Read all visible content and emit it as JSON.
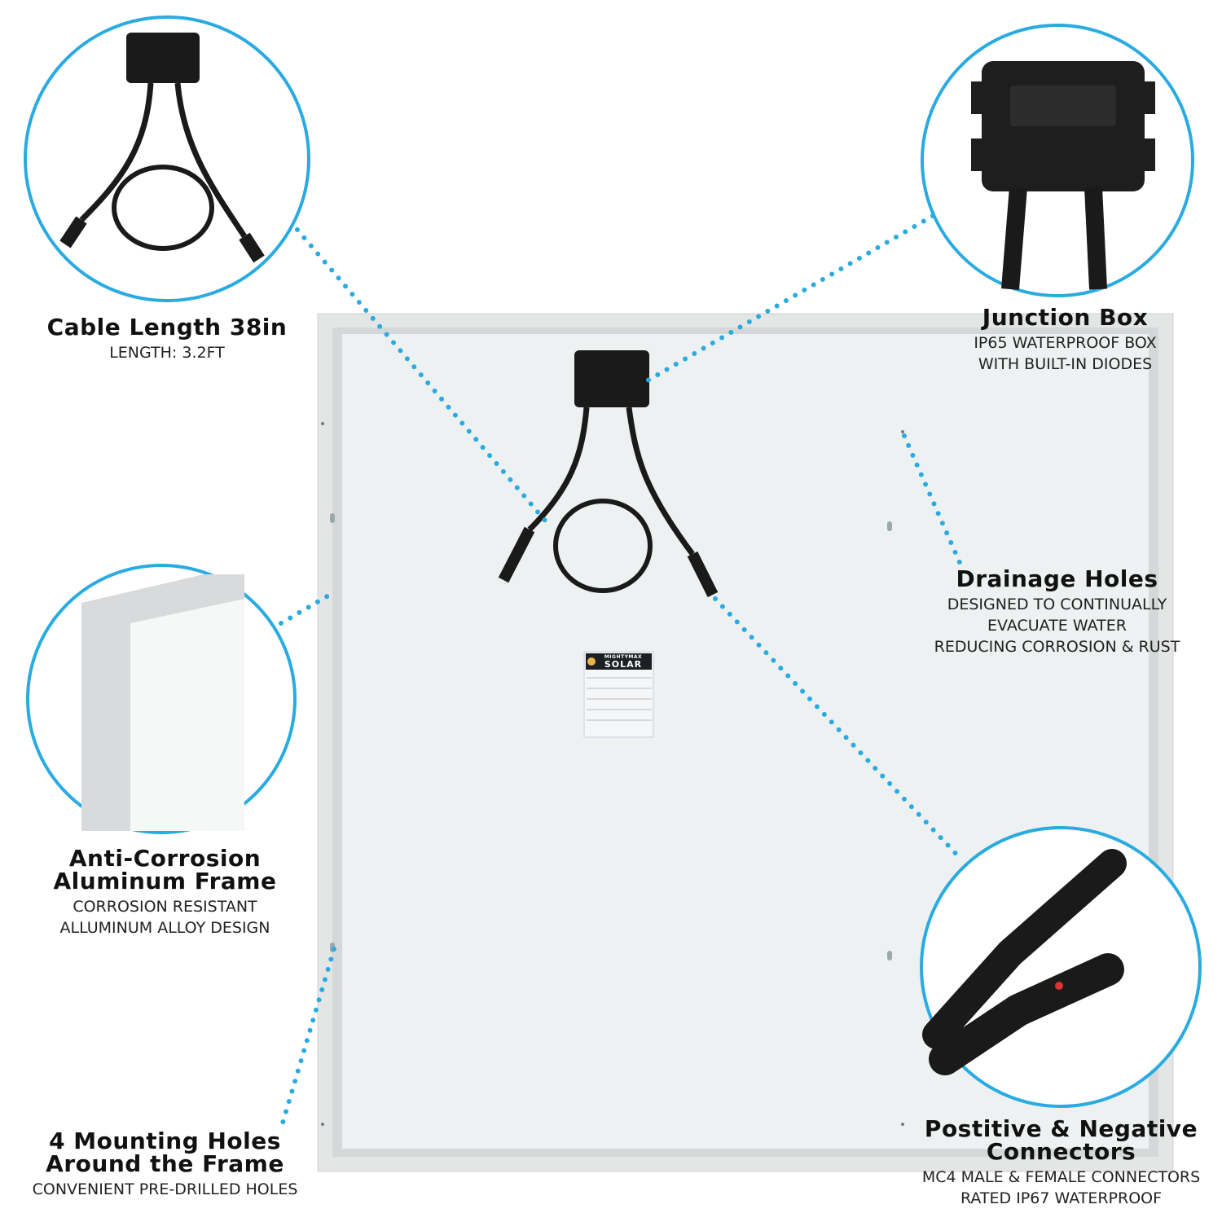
{
  "colors": {
    "accent": "#29abe2",
    "frame": "#e4e6e6",
    "backsheet": "#eef1f1",
    "cable": "#1a1a1a"
  },
  "label_sticker": {
    "brand_top": "MIGHTYMAX",
    "brand_bottom": "SOLAR"
  },
  "features": [
    {
      "title": "Cable Length 38in",
      "lines": [
        "LENGTH: 3.2FT"
      ]
    },
    {
      "title": "Junction Box",
      "lines": [
        "IP65 WATERPROOF BOX",
        "WITH BUILT-IN DIODES"
      ]
    },
    {
      "title": "Drainage Holes",
      "lines": [
        "DESIGNED TO CONTINUALLY",
        "EVACUATE WATER",
        "REDUCING CORROSION & RUST"
      ]
    },
    {
      "title": "Anti-Corrosion",
      "title2": "Aluminum Frame",
      "lines": [
        "CORROSION RESISTANT",
        "ALLUMINUM ALLOY DESIGN"
      ]
    },
    {
      "title": "Postitive & Negative",
      "title2": "Connectors",
      "lines": [
        "MC4 MALE & FEMALE CONNECTORS",
        "RATED IP67 WATERPROOF"
      ]
    },
    {
      "title": "4 Mounting Holes",
      "title2": "Around the Frame",
      "lines": [
        "CONVENIENT PRE-DRILLED HOLES"
      ]
    }
  ]
}
